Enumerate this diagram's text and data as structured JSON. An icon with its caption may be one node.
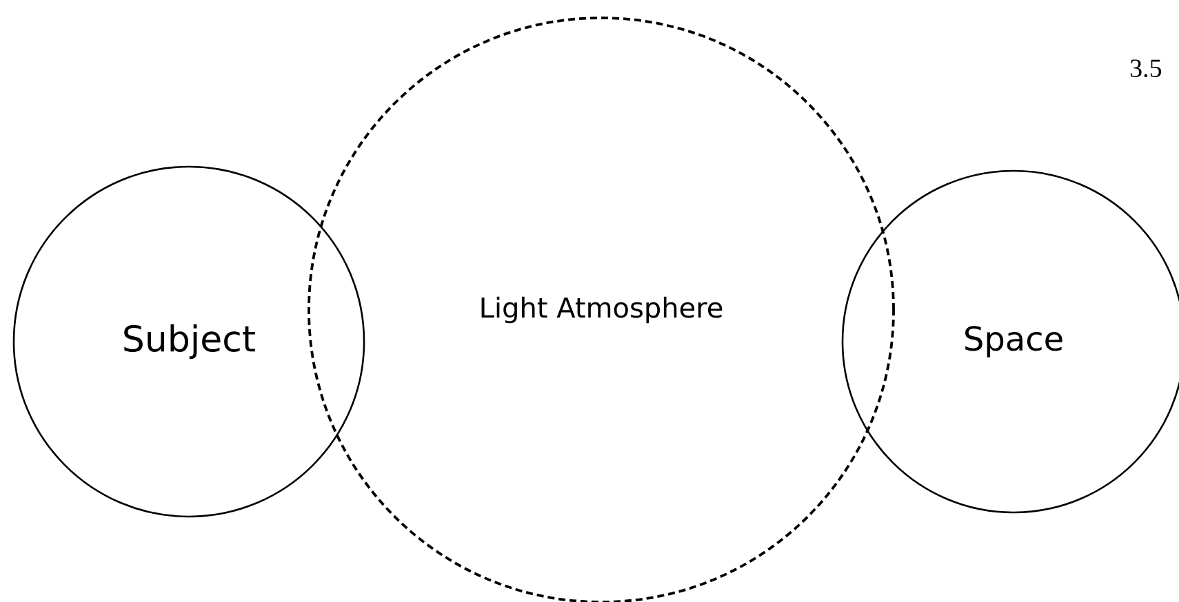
{
  "diagram": {
    "nodes": [
      {
        "text": [
          "Subject"
        ]
      },
      {
        "text": [
          "Light Atmosphere"
        ]
      },
      {
        "text": [
          "Space"
        ]
      }
    ],
    "labels": [
      "3.5"
    ]
  }
}
